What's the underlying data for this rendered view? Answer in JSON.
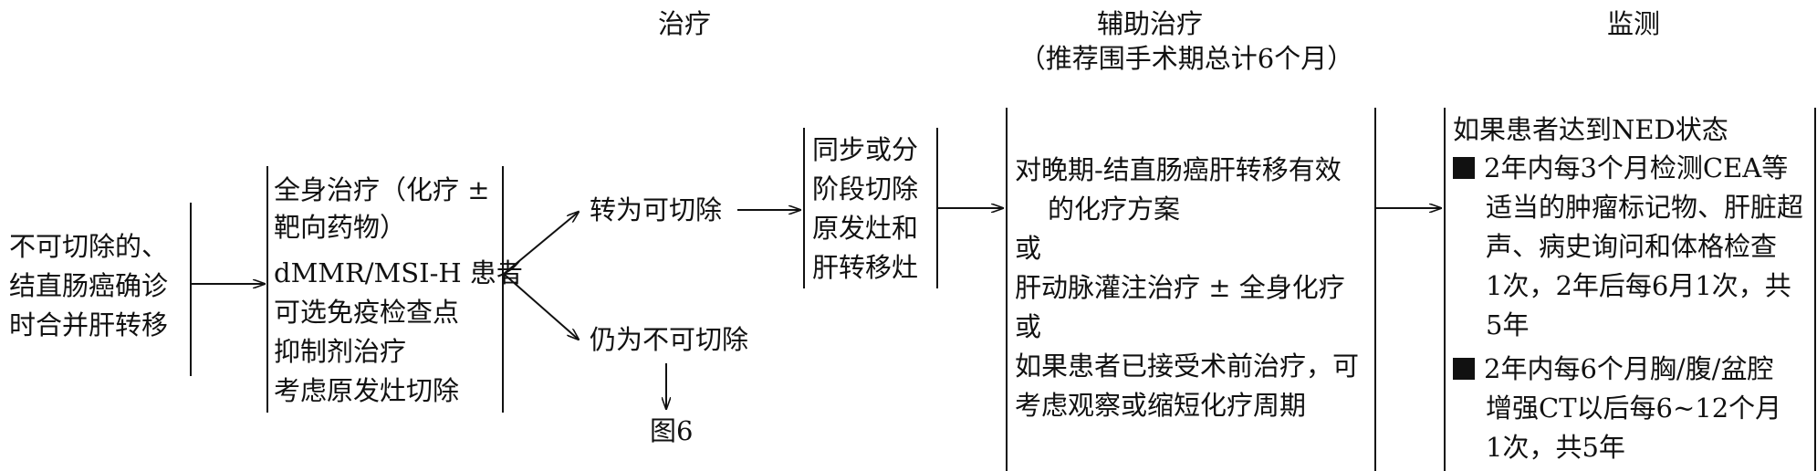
{
  "headers": {
    "treatment": "治疗",
    "adjuvant": "辅助治疗",
    "adjuvant_note": "（推荐围手术期总计6个月）",
    "monitoring": "监测"
  },
  "start_box": {
    "lines": [
      "不可切除的、",
      "结直肠癌确诊",
      "时合并肝转移"
    ]
  },
  "treatment_box": {
    "lines": [
      "全身治疗（化疗 ±",
      "靶向药物）",
      "dMMR/MSI-H 患者",
      "可选免疫检查点",
      "抑制剂治疗",
      "考虑原发灶切除"
    ]
  },
  "outcomes": {
    "resectable": "转为可切除",
    "unresectable": "仍为不可切除",
    "see_figure": "图6"
  },
  "surgery_box": {
    "lines": [
      "同步或分",
      "阶段切除",
      "原发灶和",
      "肝转移灶"
    ]
  },
  "adjuvant_box": {
    "lines": [
      "对晚期-结直肠癌肝转移有效",
      "的化疗方案",
      "或",
      "肝动脉灌注治疗 ± 全身化疗",
      "或",
      "如果患者已接受术前治疗，可",
      "考虑观察或缩短化疗周期"
    ]
  },
  "monitoring_box": {
    "intro": "如果患者达到NED状态",
    "bullet1_lines": [
      "2年内每3个月检测CEA等",
      "适当的肿瘤标记物、肝脏超",
      "声、病史询问和体格检查",
      "1次，2年后每6月1次，共",
      "5年"
    ],
    "bullet2_lines": [
      "2年内每6个月胸/腹/盆腔",
      "增强CT以后每6~12个月",
      "1次，共5年"
    ]
  }
}
